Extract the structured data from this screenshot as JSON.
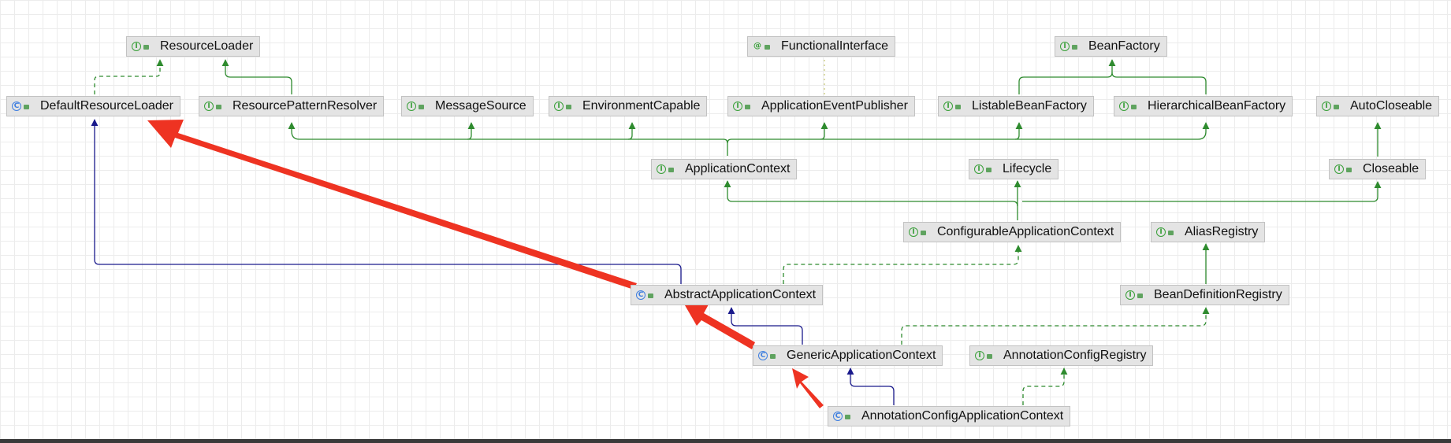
{
  "nodes": {
    "resource_loader": {
      "label": "ResourceLoader",
      "kind": "interface"
    },
    "functional_interface": {
      "label": "FunctionalInterface",
      "kind": "annotation"
    },
    "bean_factory": {
      "label": "BeanFactory",
      "kind": "interface"
    },
    "default_resource_loader": {
      "label": "DefaultResourceLoader",
      "kind": "class"
    },
    "resource_pattern_resolver": {
      "label": "ResourcePatternResolver",
      "kind": "interface"
    },
    "message_source": {
      "label": "MessageSource",
      "kind": "interface"
    },
    "environment_capable": {
      "label": "EnvironmentCapable",
      "kind": "interface"
    },
    "application_event_publisher": {
      "label": "ApplicationEventPublisher",
      "kind": "interface"
    },
    "listable_bean_factory": {
      "label": "ListableBeanFactory",
      "kind": "interface"
    },
    "hierarchical_bean_factory": {
      "label": "HierarchicalBeanFactory",
      "kind": "interface"
    },
    "auto_closeable": {
      "label": "AutoCloseable",
      "kind": "interface"
    },
    "application_context": {
      "label": "ApplicationContext",
      "kind": "interface"
    },
    "lifecycle": {
      "label": "Lifecycle",
      "kind": "interface"
    },
    "closeable": {
      "label": "Closeable",
      "kind": "interface"
    },
    "configurable_application_context": {
      "label": "ConfigurableApplicationContext",
      "kind": "interface"
    },
    "alias_registry": {
      "label": "AliasRegistry",
      "kind": "interface"
    },
    "abstract_application_context": {
      "label": "AbstractApplicationContext",
      "kind": "class"
    },
    "bean_definition_registry": {
      "label": "BeanDefinitionRegistry",
      "kind": "interface"
    },
    "generic_application_context": {
      "label": "GenericApplicationContext",
      "kind": "class"
    },
    "annotation_config_registry": {
      "label": "AnnotationConfigRegistry",
      "kind": "interface"
    },
    "annotation_config_application_context": {
      "label": "AnnotationConfigApplicationContext",
      "kind": "class"
    }
  },
  "icons": {
    "interface": "interface-icon",
    "class": "class-icon",
    "annotation": "annotation-icon",
    "visibility": "lock-icon"
  },
  "colors": {
    "interface_edge": "#2e8b2e",
    "class_edge": "#1a1a8c",
    "annotation_edge": "#c8c87a",
    "highlight_arrow": "#ee3322",
    "node_fill": "#e4e4e4"
  }
}
